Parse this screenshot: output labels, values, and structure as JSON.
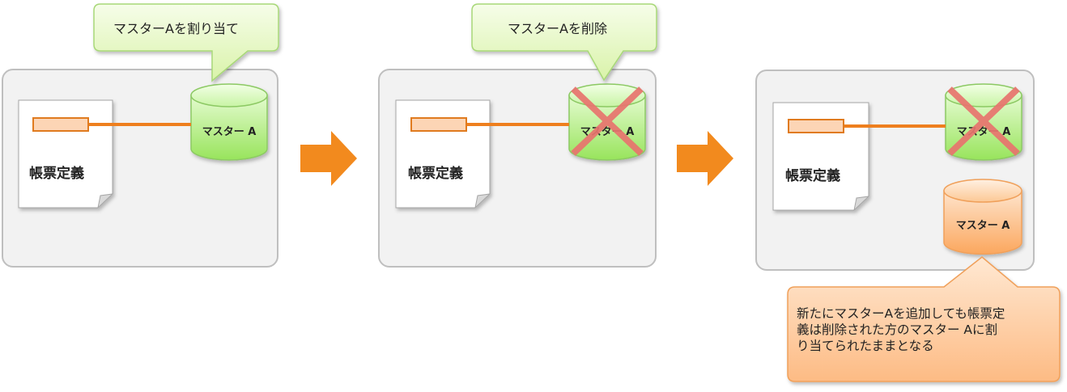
{
  "steps": [
    {
      "callout": "マスターAを割り当て",
      "doc_title": "帳票定義",
      "master_label": "マスター A"
    },
    {
      "callout": "マスターAを削除",
      "doc_title": "帳票定義",
      "master_label": "マスター A"
    },
    {
      "doc_title": "帳票定義",
      "old_master_label": "マスター A",
      "new_master_label": "マスター A",
      "note_lines": [
        "新たにマスターAを追加しても帳票定",
        "義は削除された方のマスター Aに割",
        "り当てられたままとなる"
      ]
    }
  ],
  "colors": {
    "green_fill": "#b6f08c",
    "green_border": "#8cc964",
    "orange_fill": "#fcb374",
    "orange_border": "#f0a05a",
    "arrow": "#f28a1e",
    "cross": "#e8746e",
    "panel": "#f2f2f2"
  }
}
